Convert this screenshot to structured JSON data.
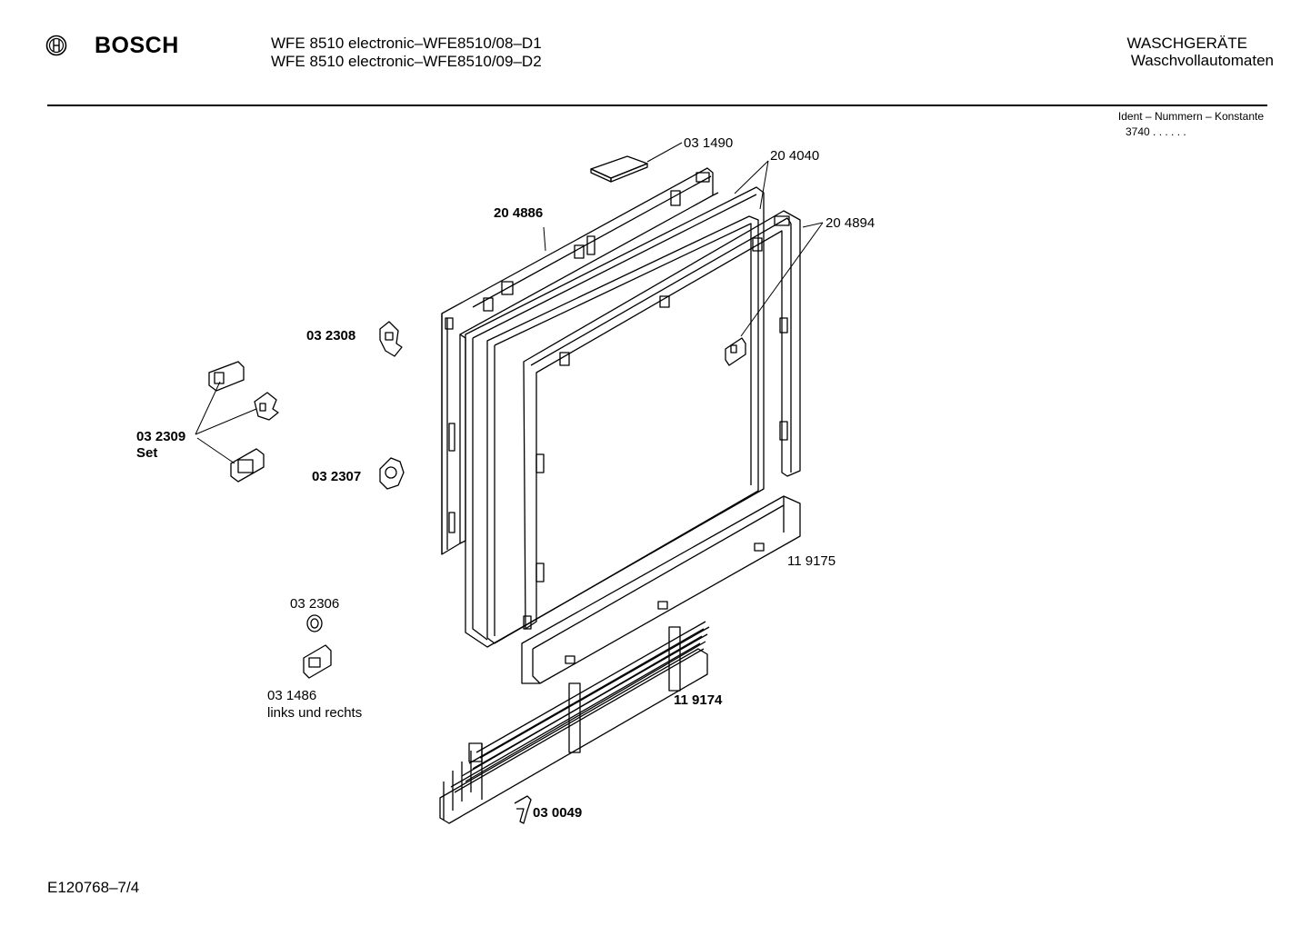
{
  "header": {
    "brand": "BOSCH",
    "model_line_1": "WFE 8510 electronic–WFE8510/08–D1",
    "model_line_2": "WFE 8510 electronic–WFE8510/09–D2",
    "category_line_1": "WASCHGERÄTE",
    "category_line_2": "Waschvollautomaten",
    "ident_label": "Ident – Nummern – Konstante",
    "ident_value": "3740  .  .    .  .  .  ."
  },
  "parts": {
    "p_031490": "03 1490",
    "p_204040": "20 4040",
    "p_204886": "20 4886",
    "p_204894": "20 4894",
    "p_032308": "03 2308",
    "p_032309": "03 2309",
    "p_032309_set": "Set",
    "p_032307": "03 2307",
    "p_119175": "11 9175",
    "p_032306": "03 2306",
    "p_031486": "03 1486",
    "p_031486_note": "links und rechts",
    "p_119174": "11 9174",
    "p_030049": "03 0049"
  },
  "footer": {
    "drawing_id": "E120768–7/4"
  },
  "icons": {
    "logo": "bosch-armature-logo-icon"
  }
}
